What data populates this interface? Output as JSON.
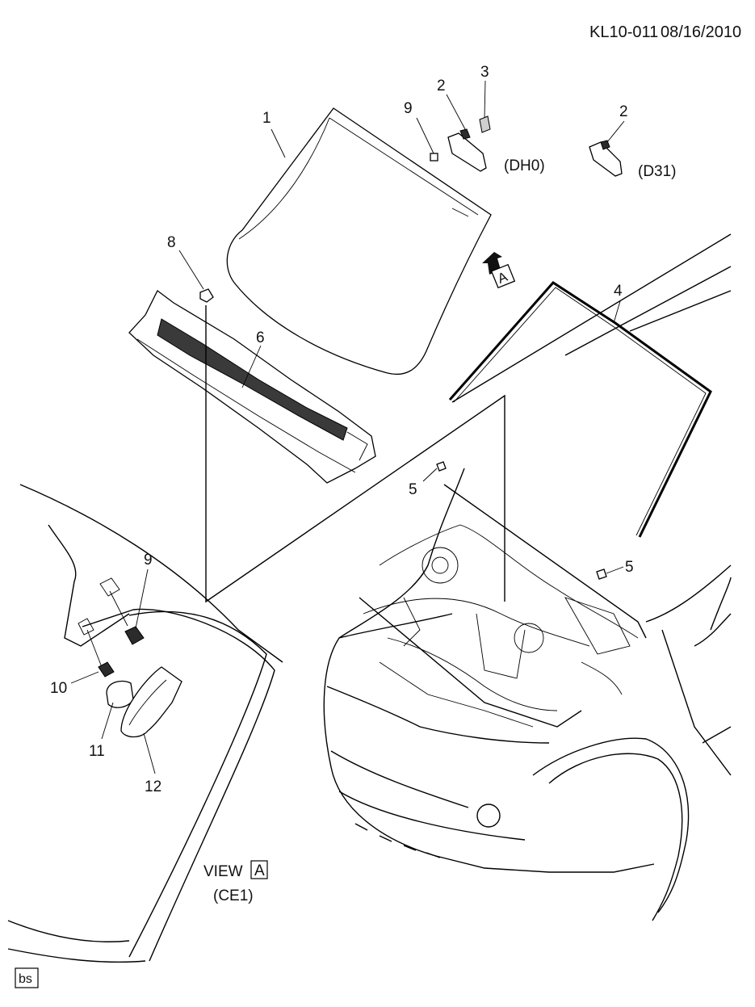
{
  "header": {
    "doc_id": "KL10-011",
    "date": "08/16/2010"
  },
  "callouts": {
    "c1": "1",
    "c2a": "2",
    "c2b": "2",
    "c3": "3",
    "c4": "4",
    "c5a": "5",
    "c5b": "5",
    "c6": "6",
    "c8": "8",
    "c9a": "9",
    "c9b": "9",
    "c10": "10",
    "c11": "11",
    "c12": "12"
  },
  "option_codes": {
    "dh0": "(DH0)",
    "d31": "(D31)",
    "ce1": "(CE1)"
  },
  "view_ref": {
    "arrow_letter": "A",
    "view_word": "VIEW",
    "view_letter": "A"
  },
  "footer": {
    "badge": "bs"
  },
  "icons": {
    "view_arrow": "view-direction-arrow-icon"
  }
}
